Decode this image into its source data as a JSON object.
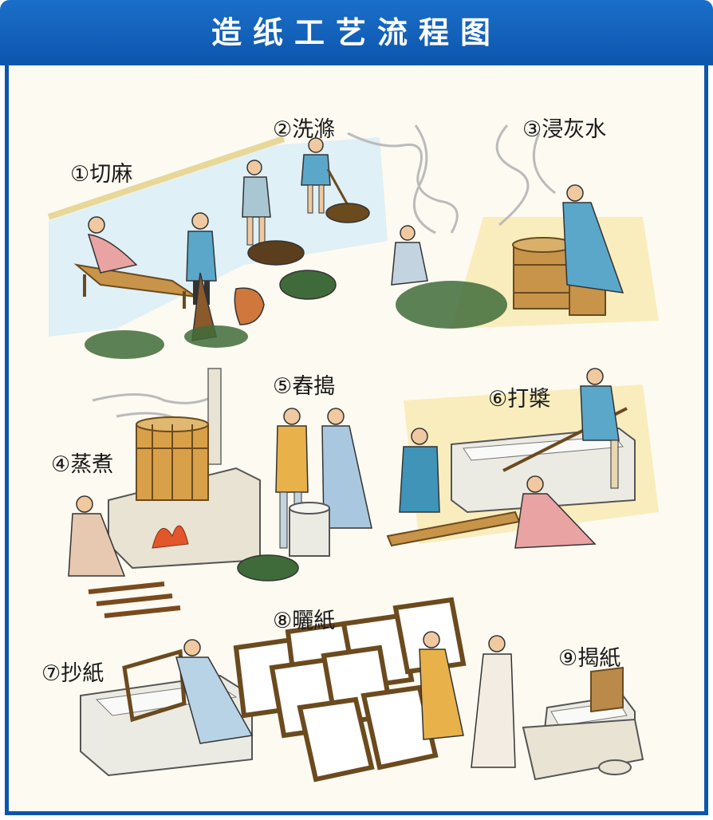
{
  "title": "造纸工艺流程图",
  "steps": [
    {
      "label": "①切麻"
    },
    {
      "label": "②洗滌"
    },
    {
      "label": "③浸灰水"
    },
    {
      "label": "④蒸煮"
    },
    {
      "label": "⑤舂搗"
    },
    {
      "label": "⑥打槳"
    },
    {
      "label": "⑦抄紙"
    },
    {
      "label": "⑧曬紙"
    },
    {
      "label": "⑨揭紙"
    }
  ],
  "colors": {
    "header": "#0c55ad",
    "border": "#0c55ad",
    "background": "#fdfaf1",
    "wash_blue": "#dbeef6",
    "ground_yellow": "#f6e7a8",
    "wood": "#c7944a",
    "robe_blue": "#5aa7c9",
    "robe_pink": "#e9a3a3",
    "robe_yellow": "#e8b14a",
    "plant_green": "#3f6b3a"
  },
  "icons": [
    "person-figure",
    "wooden-tub",
    "steamer-barrel",
    "vat",
    "drying-frame",
    "mortar",
    "paper-stack"
  ]
}
